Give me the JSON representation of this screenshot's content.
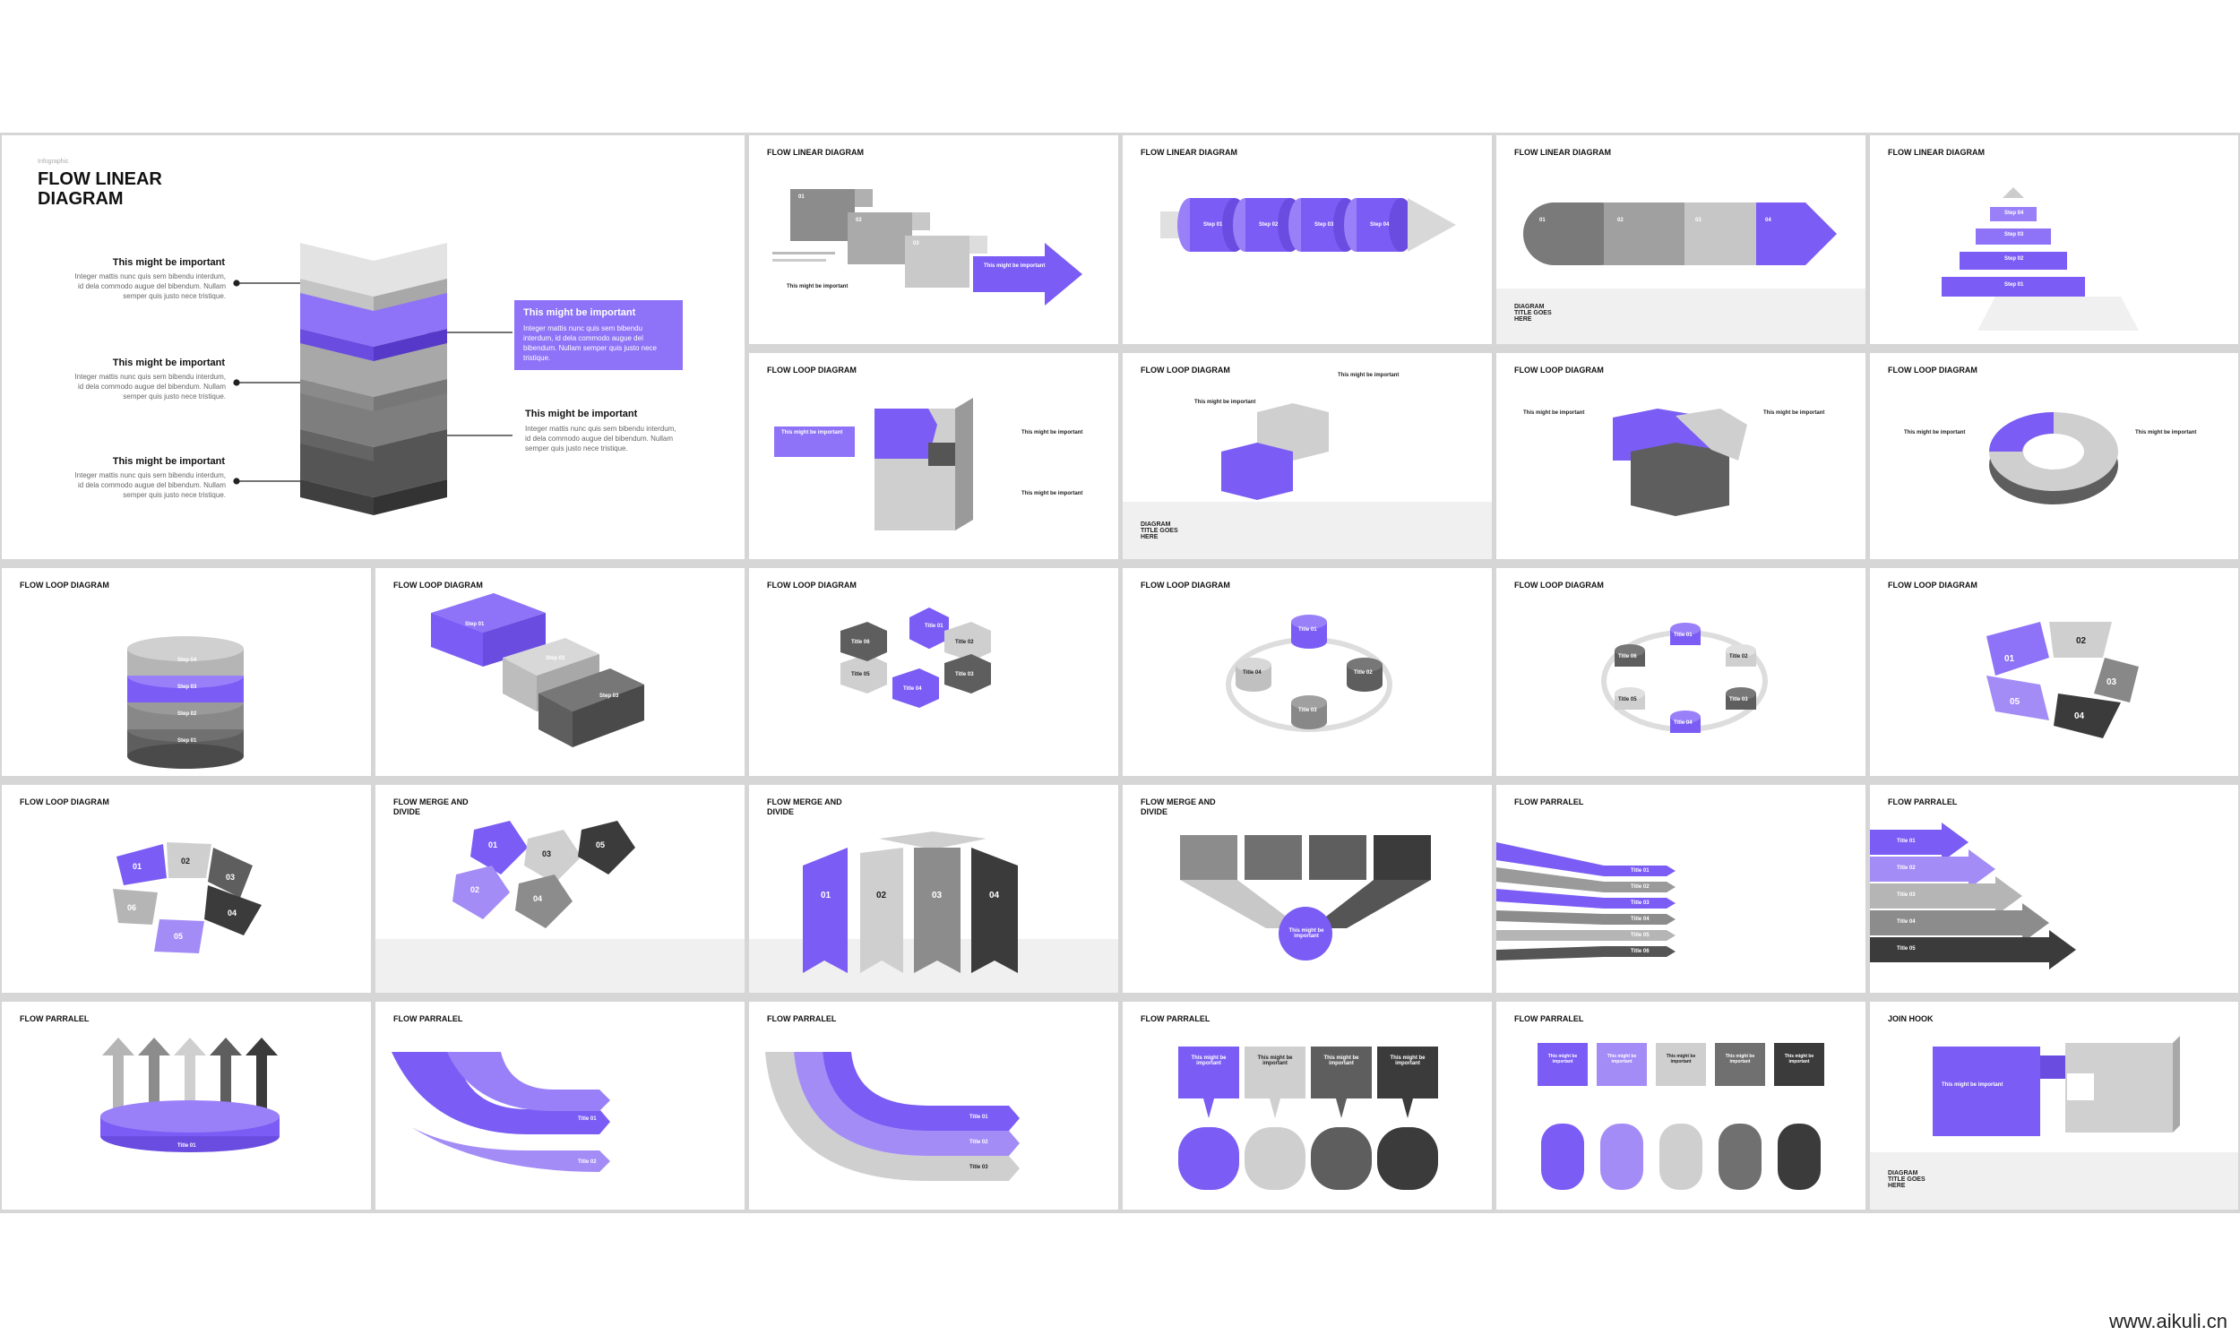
{
  "colors": {
    "accent": "#7b5cf5",
    "accent_light": "#a48cf7",
    "g1": "#dcdcdc",
    "g2": "#b5b5b5",
    "g3": "#8c8c8c",
    "g4": "#5e5e5e",
    "g5": "#3b3b3b"
  },
  "main": {
    "kicker": "Infographic",
    "title_line1": "FLOW LINEAR",
    "title_line2": "DIAGRAM",
    "left_items": [
      {
        "heading": "This might be important",
        "body": "Integer mattis nunc quis sem bibendu interdum, id dela commodo augue del bibendum. Nullam semper quis justo nece tristique."
      },
      {
        "heading": "This might be important",
        "body": "Integer mattis nunc quis sem bibendu interdum, id dela commodo augue del bibendum. Nullam semper quis justo nece tristique."
      },
      {
        "heading": "This might be important",
        "body": "Integer mattis nunc quis sem bibendu interdum, id dela commodo augue del bibendum. Nullam semper quis justo nece tristique."
      }
    ],
    "highlight": {
      "heading": "This might be important",
      "body": "Integer mattis nunc quis sem bibendu interdum, id dela commodo augue del bibendum. Nullam semper quis justo nece tristique."
    },
    "right_item": {
      "heading": "This might be important",
      "body": "Integer mattis nunc quis sem bibendu interdum, id dela commodo augue del bibendum. Nullam semper quis justo nece tristique."
    }
  },
  "slides": [
    {
      "title": "FLOW LINEAR DIAGRAM",
      "labels": [
        "01",
        "02",
        "03",
        "This might be important",
        "This might be important"
      ]
    },
    {
      "title": "FLOW LINEAR DIAGRAM",
      "labels": [
        "Step 01",
        "Step 02",
        "Step 03",
        "Step 04"
      ]
    },
    {
      "title": "FLOW LINEAR DIAGRAM",
      "labels": [
        "01",
        "02",
        "03",
        "04"
      ],
      "band": "DIAGRAM TITLE GOES HERE"
    },
    {
      "title": "FLOW LINEAR DIAGRAM",
      "labels": [
        "Step 04",
        "Step 03",
        "Step 02",
        "Step 01"
      ]
    },
    {
      "title": "FLOW LOOP DIAGRAM",
      "labels": [
        "This might be important",
        "This might be important",
        "This might be important"
      ]
    },
    {
      "title": "FLOW LOOP DIAGRAM",
      "labels": [
        "This might be important",
        "This might be important"
      ],
      "band": "DIAGRAM TITLE GOES HERE"
    },
    {
      "title": "FLOW LOOP DIAGRAM",
      "labels": [
        "This might be important",
        "This might be important"
      ]
    },
    {
      "title": "FLOW LOOP DIAGRAM",
      "labels": [
        "This might be important",
        "This might be important"
      ]
    },
    {
      "title": "FLOW LOOP DIAGRAM",
      "labels": [
        "Step 04",
        "Step 03",
        "Step 02",
        "Step 01"
      ]
    },
    {
      "title": "FLOW LOOP DIAGRAM",
      "labels": [
        "Step 01",
        "Step 02",
        "Step 03"
      ]
    },
    {
      "title": "FLOW LOOP DIAGRAM",
      "labels": [
        "Title 01",
        "Title 02",
        "Title 03",
        "Title 04",
        "Title 05",
        "Title 06"
      ]
    },
    {
      "title": "FLOW LOOP DIAGRAM",
      "labels": [
        "Title 01",
        "Title 02",
        "Title 03",
        "Title 04"
      ]
    },
    {
      "title": "FLOW LOOP DIAGRAM",
      "labels": [
        "Title 01",
        "Title 02",
        "Title 03",
        "Title 04",
        "Title 05",
        "Title 06"
      ]
    },
    {
      "title": "FLOW LOOP DIAGRAM",
      "labels": [
        "01",
        "02",
        "03",
        "04",
        "05"
      ]
    },
    {
      "title": "FLOW LOOP DIAGRAM",
      "labels": [
        "01",
        "02",
        "03",
        "04",
        "05",
        "06"
      ]
    },
    {
      "title": "FLOW MERGE AND DIVIDE",
      "labels": [
        "01",
        "02",
        "03",
        "04",
        "05"
      ]
    },
    {
      "title": "FLOW MERGE AND DIVIDE",
      "labels": [
        "01",
        "02",
        "03",
        "04"
      ]
    },
    {
      "title": "FLOW MERGE AND DIVIDE",
      "labels": [
        "This might be important"
      ]
    },
    {
      "title": "FLOW PARRALEL",
      "labels": [
        "Title 01",
        "Title 02",
        "Title 03",
        "Title 04",
        "Title 05",
        "Title 06"
      ]
    },
    {
      "title": "FLOW PARRALEL",
      "labels": [
        "Title 01",
        "Title 02",
        "Title 03",
        "Title 04",
        "Title 05"
      ]
    },
    {
      "title": "FLOW PARRALEL",
      "labels": [
        "Title 01"
      ]
    },
    {
      "title": "FLOW PARRALEL",
      "labels": [
        "Title 01",
        "Title 02"
      ]
    },
    {
      "title": "FLOW PARRALEL",
      "labels": [
        "Title 01",
        "Title 02",
        "Title 03"
      ]
    },
    {
      "title": "FLOW PARRALEL",
      "labels": [
        "This might be important",
        "This might be important",
        "This might be important",
        "This might be important"
      ]
    },
    {
      "title": "FLOW PARRALEL",
      "labels": [
        "This might be important",
        "This might be important",
        "This might be important",
        "This might be important",
        "This might be important"
      ]
    },
    {
      "title": "JOIN HOOK",
      "labels": [
        "This might be important"
      ],
      "band": "DIAGRAM TITLE GOES HERE"
    }
  ],
  "footer": "www.aikuli.cn"
}
